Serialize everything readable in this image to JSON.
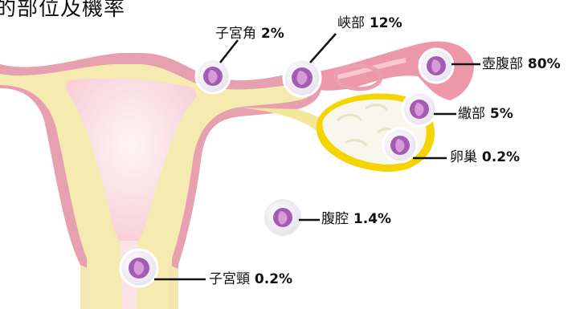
{
  "title": "的部位及機率",
  "sites": [
    {
      "id": "cornual",
      "name": "子宮角",
      "pct": "2%"
    },
    {
      "id": "isthmic",
      "name": "峽部",
      "pct": "12%"
    },
    {
      "id": "ampullary",
      "name": "壺腹部",
      "pct": "80%"
    },
    {
      "id": "fimbrial",
      "name": "繖部",
      "pct": "5%"
    },
    {
      "id": "ovarian",
      "name": "卵巢",
      "pct": "0.2%"
    },
    {
      "id": "abdominal",
      "name": "腹腔",
      "pct": "1.4%"
    },
    {
      "id": "cervical",
      "name": "子宮頸",
      "pct": "0.2%"
    }
  ],
  "colors": {
    "uterus_wall": "#e6a0b0",
    "uterus_inner": "#fbe3e8",
    "tube_pink": "#ec98a9",
    "yellow_tissue": "#f3e79a",
    "ovary_yellow": "#f5d400",
    "ovary_white": "#f8f7ee",
    "embryo_purple": "#8a3f9d"
  }
}
